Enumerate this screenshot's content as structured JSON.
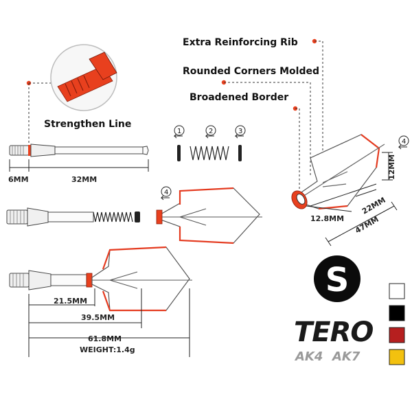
{
  "callouts": {
    "rib": "Extra Reinforcing Rib",
    "corners": "Rounded Corners Molded",
    "border": "Broadened Border",
    "strengthen": "Strengthen Line"
  },
  "parts": {
    "one": "1",
    "two": "2",
    "three": "3",
    "four": "4"
  },
  "dimensions": {
    "d6": "6MM",
    "d32": "32MM",
    "d12": "12MM",
    "d22": "22MM",
    "d12_8": "12.8MM",
    "d47": "47MM",
    "d21_5": "21.5MM",
    "d39_5": "39.5MM",
    "d61_8": "61.8MM",
    "weight": "WEIGHT:1.4g"
  },
  "badge": {
    "letter": "S"
  },
  "brand": {
    "name": "TERO",
    "sub1": "AK4",
    "sub2": "AK7"
  },
  "colors": {
    "accent": "#e8401e",
    "swatches": [
      "#ffffff",
      "#000000",
      "#b61f1f",
      "#f3c10f"
    ]
  }
}
